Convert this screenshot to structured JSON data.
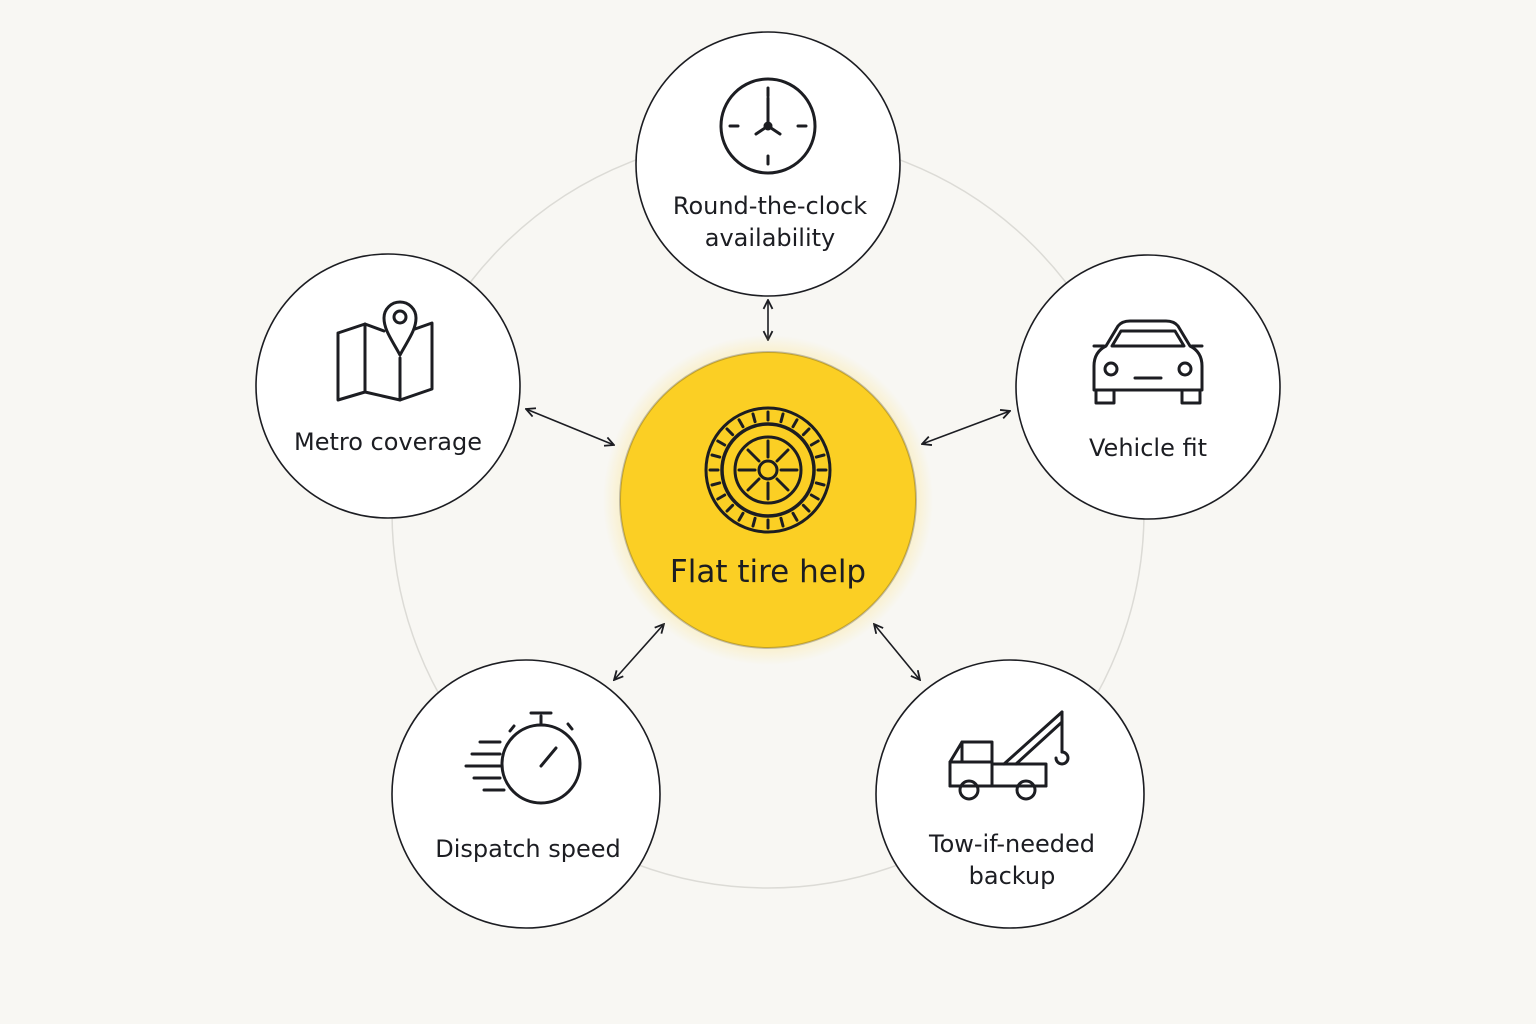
{
  "hub": {
    "label": "Flat tire help",
    "color": "#fbcf24",
    "icon": "tire-icon"
  },
  "nodes": {
    "top": {
      "line1": "Round-the-clock",
      "line2": "availability",
      "icon": "clock-icon"
    },
    "left": {
      "line1": "Metro coverage",
      "icon": "map-pin-icon"
    },
    "right": {
      "line1": "Vehicle fit",
      "icon": "car-icon"
    },
    "bottom_left": {
      "line1": "Dispatch speed",
      "icon": "stopwatch-icon"
    },
    "bottom_right": {
      "line1": "Tow-if-needed",
      "line2": "backup",
      "icon": "tow-truck-icon"
    }
  },
  "colors": {
    "background": "#f8f7f3",
    "node_fill": "#ffffff",
    "stroke": "#1c1d22",
    "ring": "#dcdbd6"
  }
}
